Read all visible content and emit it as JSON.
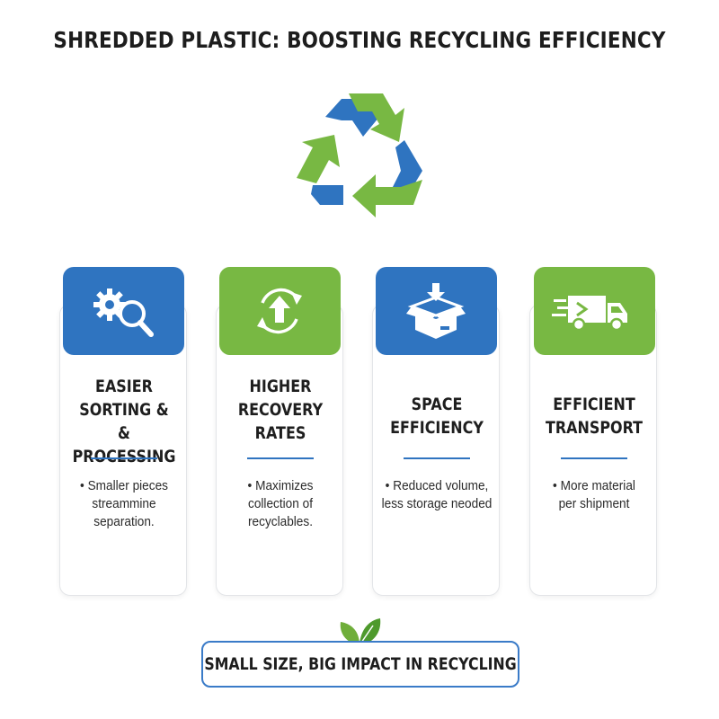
{
  "title": "SHREDDED PLASTIC: BOOSTING RECYCLING EFFICIENCY",
  "colors": {
    "blue": "#2f74c0",
    "green": "#78b843",
    "text": "#1d1d1d"
  },
  "logo": {
    "icon": "recycle-icon"
  },
  "cards": [
    {
      "icon": "gear-magnifier-icon",
      "header_color": "blue",
      "title": "EASIER\nSORTING &\n& PROCESSING",
      "bullet": "• Smaller pieces\nstreammine\nseparation."
    },
    {
      "icon": "refresh-upload-icon",
      "header_color": "green",
      "title": "HIGHER\nRECOVERY\nRATES",
      "bullet": "• Maximizes\ncollection of\nrecyclables."
    },
    {
      "icon": "box-compress-icon",
      "header_color": "blue",
      "title": "SPACE\nEFFICIENCY",
      "bullet": "• Reduced volume,\nless storage neoded"
    },
    {
      "icon": "delivery-truck-icon",
      "header_color": "green",
      "title": "EFFICIENT\nTRANSPORT",
      "bullet": "• More material\nper shipment"
    }
  ],
  "footer": {
    "icon": "leaf-icon",
    "text": "SMALL SIZE, BIG IMPACT IN RECYCLING"
  }
}
